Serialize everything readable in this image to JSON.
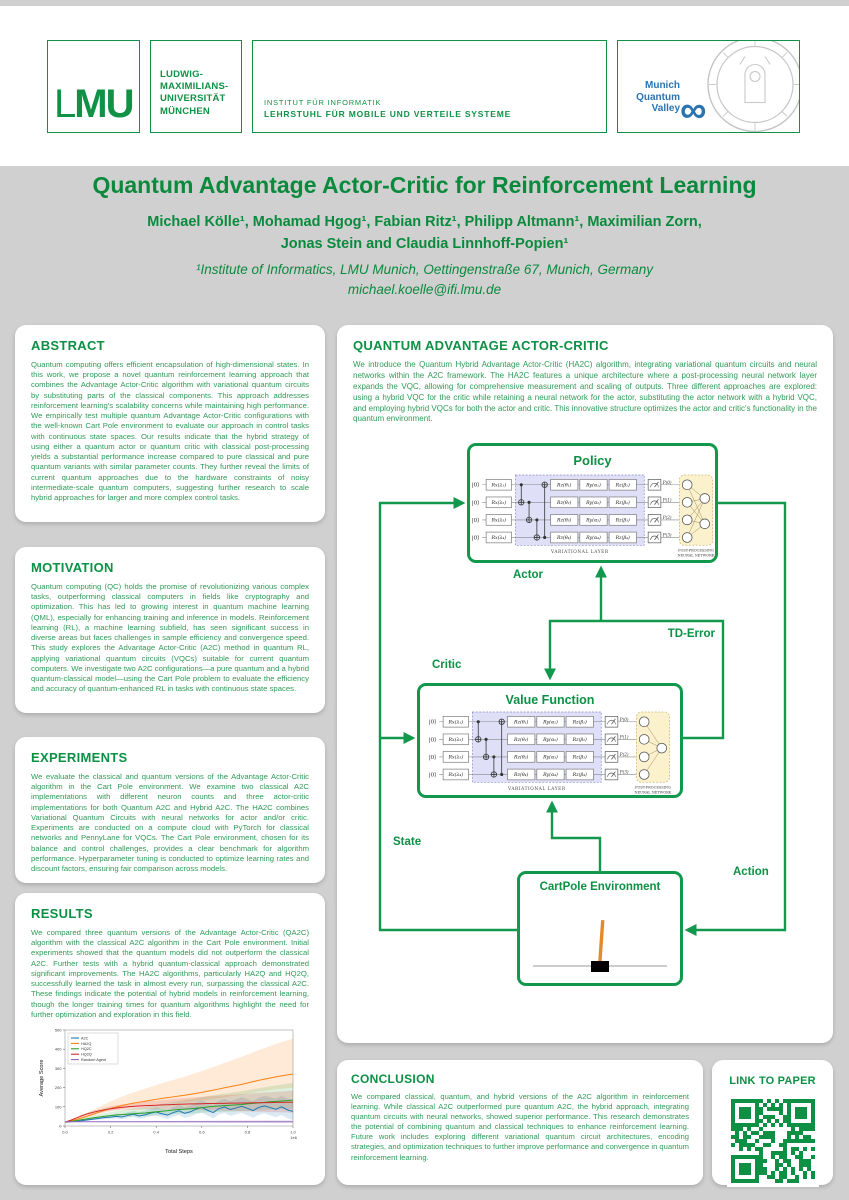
{
  "colors": {
    "accent_green": "#0f9246",
    "body_green": "#2f9b57",
    "diagram_green": "#12984c",
    "mqv_blue": "#2b74b2",
    "qr_green": "#0d8f44",
    "background_grey": "#d0d0d0",
    "pole_orange": "#e58a2a"
  },
  "header": {
    "lmu_logo": {
      "thin": "L",
      "bold": "MU"
    },
    "university": [
      "LUDWIG-",
      "MAXIMILIANS-",
      "UNIVERSITÄT",
      "MÜNCHEN"
    ],
    "institute_line1": "INSTITUT FÜR INFORMATIK",
    "institute_line2": "LEHRSTUHL FÜR MOBILE UND VERTEILE SYSTEME",
    "mqv": [
      "Munich",
      "Quantum",
      "Valley"
    ],
    "mqv_infinity_icon": "∞",
    "lmu_seal_icon": "university-seal"
  },
  "title_block": {
    "title": "Quantum Advantage Actor-Critic for Reinforcement Learning",
    "authors_line1": "Michael Kölle¹, Mohamad Hgog¹, Fabian Ritz¹, Philipp Altmann¹, Maximilian Zorn,",
    "authors_line2": "Jonas Stein and Claudia Linnhoff-Popien¹",
    "affiliation": "¹Institute of Informatics, LMU Munich, Oettingenstraße 67, Munich, Germany",
    "email": "michael.koelle@ifi.lmu.de"
  },
  "sections": {
    "abstract": {
      "title": "ABSTRACT",
      "body": "Quantum computing offers efficient encapsulation of high-dimensional states. In this work, we propose a novel quantum reinforcement learning approach that combines the Advantage Actor-Critic algorithm with variational quantum circuits by substituting parts of the classical components. This approach addresses reinforcement learning's scalability concerns while maintaining high performance. We empirically test multiple quantum Advantage Actor-Critic configurations with the well-known Cart Pole environment to evaluate our approach in control tasks with continuous state spaces. Our results indicate that the hybrid strategy of using either a quantum actor or quantum critic with classical post-processing yields a substantial performance increase compared to pure classical and pure quantum variants with similar parameter counts. They further reveal the limits of current quantum approaches due to the hardware constraints of noisy intermediate-scale quantum computers, suggesting further research to scale hybrid approaches for larger and more complex control tasks."
    },
    "motivation": {
      "title": "MOTIVATION",
      "body": "Quantum computing (QC) holds the promise of revolutionizing various complex tasks, outperforming classical computers in fields like cryptography and optimization. This has led to growing interest in quantum machine learning (QML), especially for enhancing training and inference in models. Reinforcement learning (RL), a machine learning subfield, has seen significant success in diverse areas but faces challenges in sample efficiency and convergence speed. This study explores the Advantage Actor-Critic (A2C) method in quantum RL, applying variational quantum circuits (VQCs) suitable for current quantum computers. We investigate two A2C configurations—a pure quantum and a hybrid quantum-classical model—using the Cart Pole problem to evaluate the efficiency and accuracy of quantum-enhanced RL in tasks with continuous state spaces."
    },
    "experiments": {
      "title": "EXPERIMENTS",
      "body": "We evaluate the classical and quantum versions of the Advantage Actor-Critic algorithm in the Cart Pole environment. We examine two classical A2C implementations with different neuron counts and three actor-critic implementations for both Quantum A2C and Hybrid A2C. The HA2C combines Variational Quantum Circuits with neural networks for actor and/or critic. Experiments are conducted on a compute cloud with PyTorch for classical networks and PennyLane for VQCs. The Cart Pole environment, chosen for its balance and control challenges, provides a clear benchmark for algorithm performance. Hyperparameter tuning is conducted to optimize learning rates and discount factors, ensuring fair comparison across models."
    },
    "results": {
      "title": "RESULTS",
      "body": "We compared three quantum versions of the Advantage Actor-Critic (QA2C) algorithm with the classical A2C algorithm in the Cart Pole environment. Initial experiments showed that the quantum models did not outperform the classical A2C. Further tests with a hybrid quantum-classical approach demonstrated significant improvements. The HA2C algorithms, particularly HA2Q and HQ2Q, successfully learned the task in almost every run, surpassing the classical A2C. These findings indicate the potential of hybrid models in reinforcement learning, though the longer training times for quantum algorithms highlight the need for further optimization and exploration in this field."
    },
    "qaac": {
      "title": "QUANTUM ADVANTAGE ACTOR-CRITIC",
      "body": "We introduce the Quantum Hybrid Advantage Actor-Critic (HA2C) algorithm, integrating variational quantum circuits and neural networks within the A2C framework. The HA2C features a unique architecture where a post-processing neural network layer expands the VQC, allowing for comprehensive measurement and scaling of outputs. Three different approaches are explored: using a hybrid VQC for the critic while retaining a neural network for the actor, substituting the actor network with a hybrid VQC, and employing hybrid VQCs for both the actor and critic. This innovative structure optimizes the actor and critic's functionality in the quantum environment."
    },
    "conclusion": {
      "title": "CONCLUSION",
      "body": "We compared classical, quantum, and hybrid versions of the A2C algorithm in reinforcement learning. While classical A2C outperformed pure quantum A2C, the hybrid approach, integrating quantum circuits with neural networks, showed superior performance. This research demonstrates the potential of combining quantum and classical techniques to enhance reinforcement learning. Future work includes exploring different variational quantum circuit architectures, encoding strategies, and optimization techniques to further improve performance and convergence in quantum reinforcement learning."
    },
    "link_to_paper": {
      "title": "LINK TO PAPER",
      "qr_icon": "qr-code"
    }
  },
  "diagram": {
    "policy_title": "Policy",
    "value_title": "Value Function",
    "cartpole_title": "CartPole Environment",
    "labels": {
      "actor": "Actor",
      "critic": "Critic",
      "td_error": "TD-Error",
      "state": "State",
      "action": "Action"
    },
    "circuit": {
      "ket": "|0⟩",
      "input_gates": [
        "Rx(λ₁)",
        "Rx(λ₂)",
        "Rx(λ₃)",
        "Rx(λ₄)"
      ],
      "columns": [
        [
          "Rz(θ₁)",
          "Rz(θ₂)",
          "Rz(θ₃)",
          "Rz(θ₄)"
        ],
        [
          "Ry(α₁)",
          "Ry(α₂)",
          "Ry(α₃)",
          "Ry(α₄)"
        ],
        [
          "Rz(β₁)",
          "Rz(β₂)",
          "Rz(β₃)",
          "Rz(β₄)"
        ]
      ],
      "outputs": [
        "P(0)",
        "P(1)",
        "P(2)",
        "P(3)"
      ],
      "var_caption": "VARIATIONAL LAYER",
      "nn_caption1": "POST-PROCESSING",
      "nn_caption2": "NEURAL NETWORK"
    },
    "policy_nn_outputs": 2,
    "value_nn_outputs": 1
  },
  "chart_data": {
    "type": "line",
    "title": "",
    "xlabel": "Total Steps",
    "ylabel": "Average Score",
    "x_ticks": [
      "0.0",
      "0.2",
      "0.4",
      "0.6",
      "0.8",
      "1.0"
    ],
    "x_scale_note": "1e6",
    "y_ticks": [
      0,
      100,
      200,
      300,
      400,
      500
    ],
    "xlim": [
      0,
      1
    ],
    "ylim": [
      0,
      500
    ],
    "legend_position": "upper left",
    "grid": false,
    "series": [
      {
        "name": "A2C",
        "color": "#1f77b4",
        "band": [
          45,
          60
        ],
        "values": [
          20,
          22,
          25,
          28,
          32,
          36,
          40,
          44,
          46,
          50,
          47,
          55,
          61,
          52,
          58,
          67,
          73,
          64,
          57,
          70,
          79,
          66,
          74,
          88,
          97,
          82,
          70,
          91,
          99,
          86,
          94,
          103,
          92,
          80,
          97,
          105,
          96,
          87,
          100,
          84,
          76
        ]
      },
      {
        "name": "HA2Q",
        "color": "#ff7f0e",
        "band": [
          70,
          185
        ],
        "values": [
          20,
          26,
          34,
          43,
          52,
          62,
          72,
          82,
          91,
          99,
          107,
          113,
          119,
          124,
          129,
          134,
          139,
          144,
          148,
          152,
          156,
          160,
          165,
          170,
          175,
          181,
          187,
          193,
          199,
          205,
          211,
          217,
          224,
          231,
          238,
          244,
          250,
          256,
          261,
          266,
          270
        ]
      },
      {
        "name": "HQ2C",
        "color": "#2ca02c",
        "band": [
          45,
          90
        ],
        "values": [
          20,
          24,
          28,
          33,
          38,
          43,
          47,
          51,
          54,
          57,
          60,
          62,
          64,
          66,
          68,
          71,
          74,
          77,
          80,
          83,
          86,
          88,
          90,
          93,
          96,
          99,
          102,
          104,
          106,
          108,
          110,
          112,
          115,
          118,
          120,
          123,
          126,
          128,
          130,
          132,
          135
        ]
      },
      {
        "name": "HQ2Q",
        "color": "#d62728",
        "band": [
          55,
          60
        ],
        "values": [
          20,
          30,
          42,
          54,
          64,
          72,
          79,
          85,
          90,
          94,
          97,
          100,
          102,
          104,
          106,
          107,
          108,
          110,
          111,
          112,
          113,
          114,
          115,
          115,
          116,
          117,
          117,
          118,
          118,
          119,
          119,
          120,
          120,
          121,
          121,
          122,
          122,
          123,
          123,
          124,
          124
        ]
      },
      {
        "name": "Random Agent",
        "color": "#9467bd",
        "band": [
          8,
          10
        ],
        "values": [
          22,
          22,
          22,
          22,
          22,
          22,
          22,
          22,
          22,
          22,
          22,
          22,
          22,
          22,
          22,
          22,
          22,
          22,
          22,
          22,
          22,
          22,
          22,
          22,
          22,
          22,
          22,
          22,
          22,
          22,
          22,
          22,
          22,
          22,
          22,
          22,
          22,
          22,
          22,
          22,
          22
        ]
      }
    ]
  }
}
